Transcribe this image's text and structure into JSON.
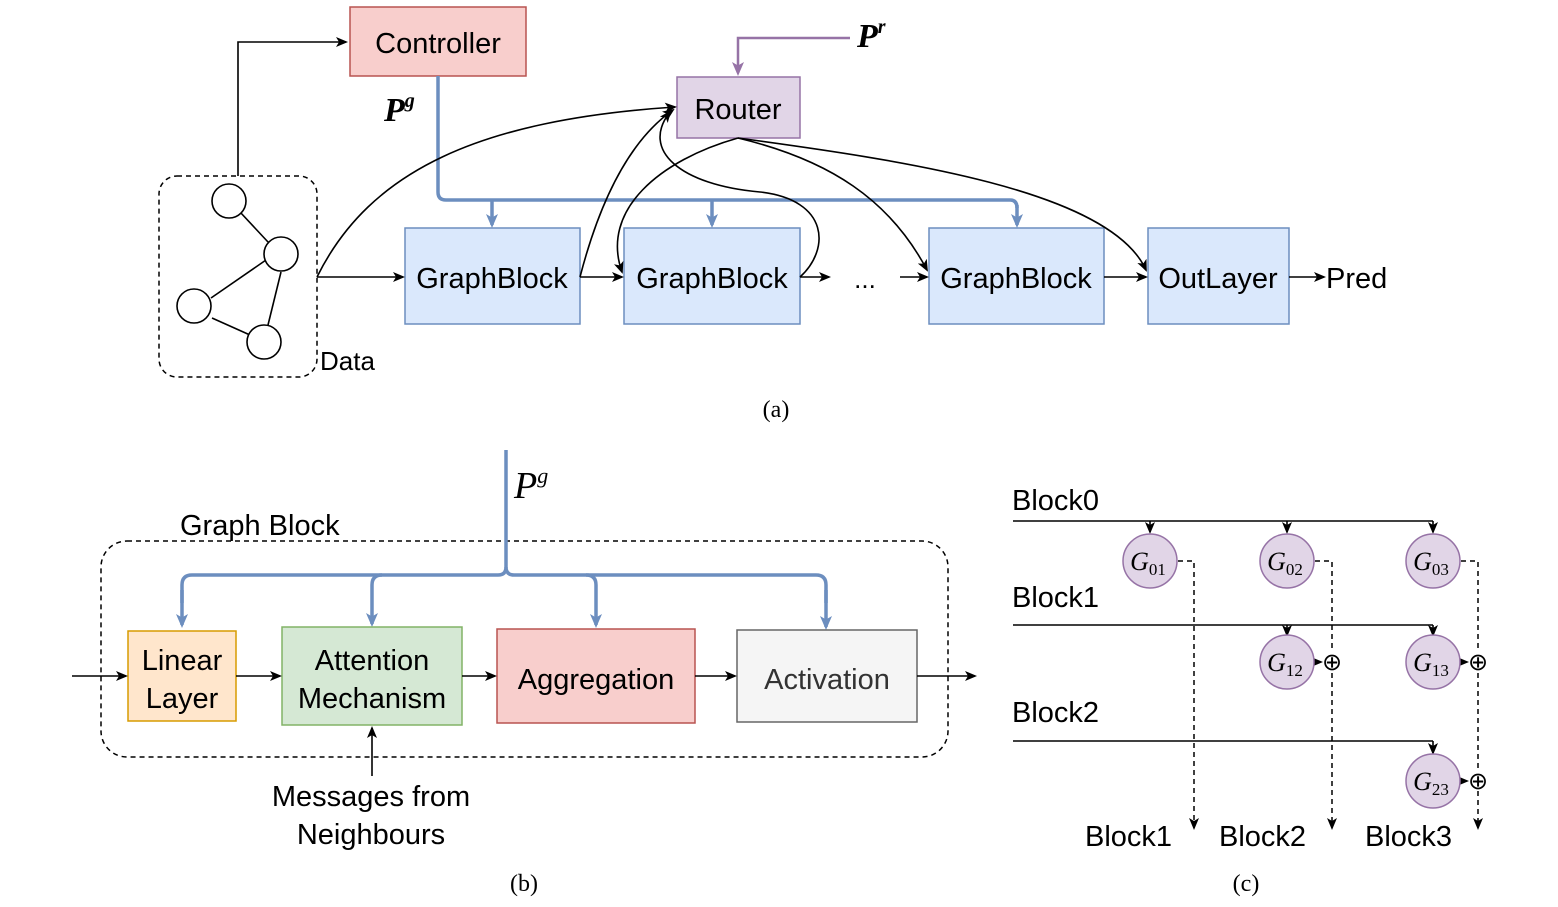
{
  "panel_a": {
    "caption": "(a)",
    "controller": "Controller",
    "router": "Router",
    "pg": "P",
    "pg_sup": "g",
    "pr": "P",
    "pr_sup": "r",
    "graphblock_1": "GraphBlock",
    "graphblock_2": "GraphBlock",
    "graphblock_3": "GraphBlock",
    "ellipsis": "...",
    "outlayer": "OutLayer",
    "pred": "Pred",
    "data": "Data"
  },
  "panel_b": {
    "caption": "(b)",
    "pg": "P",
    "pg_sup": "g",
    "graph_block_title": "Graph Block",
    "linear_1": "Linear",
    "linear_2": "Layer",
    "attention_1": "Attention",
    "attention_2": "Mechanism",
    "aggregation": "Aggregation",
    "activation": "Activation",
    "messages_1": "Messages from",
    "messages_2": "Neighbours"
  },
  "panel_c": {
    "caption": "(c)",
    "block0": "Block0",
    "block1": "Block1",
    "block2": "Block2",
    "out_block1": "Block1",
    "out_block2": "Block2",
    "out_block3": "Block3",
    "g01": "G",
    "g01_sub": "01",
    "g02": "G",
    "g02_sub": "02",
    "g03": "G",
    "g03_sub": "03",
    "g12": "G",
    "g12_sub": "12",
    "g13": "G",
    "g13_sub": "13",
    "g23": "G",
    "g23_sub": "23",
    "oplus": "⊕"
  },
  "colors": {
    "controller_fill": "#f8cecc",
    "controller_stroke": "#b85450",
    "router_fill": "#e1d5e7",
    "router_stroke": "#9673a6",
    "block_fill": "#dae8fc",
    "block_stroke": "#6c8ebf",
    "linear_fill": "#ffe6cc",
    "linear_stroke": "#d79b00",
    "attention_fill": "#d5e8d4",
    "attention_stroke": "#82b366",
    "activation_fill": "#f5f5f5",
    "activation_stroke": "#666666",
    "blue_arrow": "#6c8ebf",
    "purple_arrow": "#9673a6"
  }
}
